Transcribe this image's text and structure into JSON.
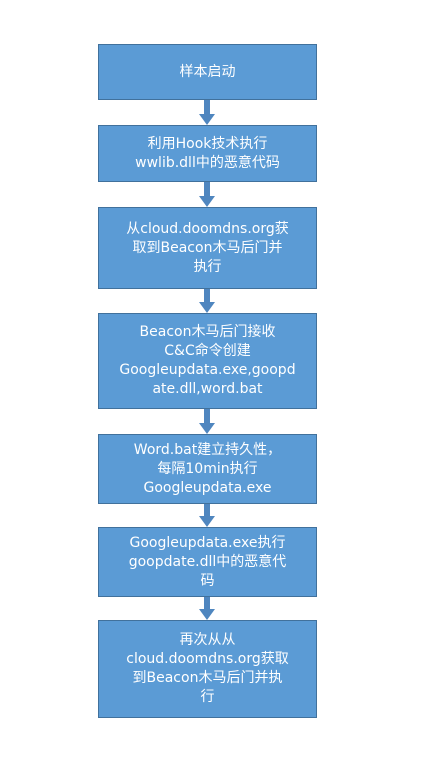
{
  "steps": [
    {
      "text": "样本启动"
    },
    {
      "text": "利用Hook技术执行\nwwlib.dll中的恶意代码"
    },
    {
      "text": "从cloud.doomdns.org获\n取到Beacon木马后门并\n执行"
    },
    {
      "text": "Beacon木马后门接收\nC&C命令创建\nGoogleupdata.exe,goopd\nate.dll,word.bat"
    },
    {
      "text": "Word.bat建立持久性，\n每隔10min执行\nGoogleupdata.exe"
    },
    {
      "text": "Googleupdata.exe执行\ngoopdate.dll中的恶意代\n码"
    },
    {
      "text": "再次从从\ncloud.doomdns.org获取\n到Beacon木马后门并执\n行"
    }
  ],
  "colors": {
    "box_fill": "#5b9bd5",
    "box_border": "#41719c",
    "arrow": "#4f86bf",
    "text": "#ffffff"
  }
}
